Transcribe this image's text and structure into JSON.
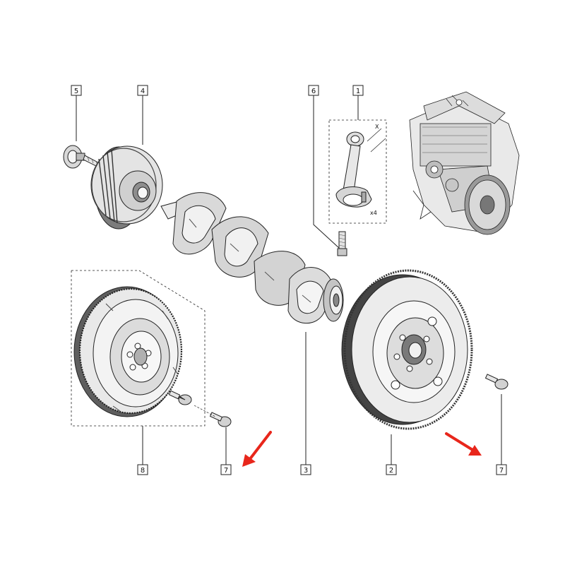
{
  "callouts": {
    "c1": "1",
    "c2": "2",
    "c3": "3",
    "c4": "4",
    "c5": "5",
    "c6": "6",
    "c7a": "7",
    "c7b": "7",
    "c8": "8"
  },
  "annotations": {
    "qty": "x4",
    "dim": "X"
  },
  "colors": {
    "line": "#1a1a1a",
    "arrow": "#e8261b",
    "light": "#f2f2f2",
    "mid": "#cfcfcf",
    "dark": "#6e6e6e"
  }
}
